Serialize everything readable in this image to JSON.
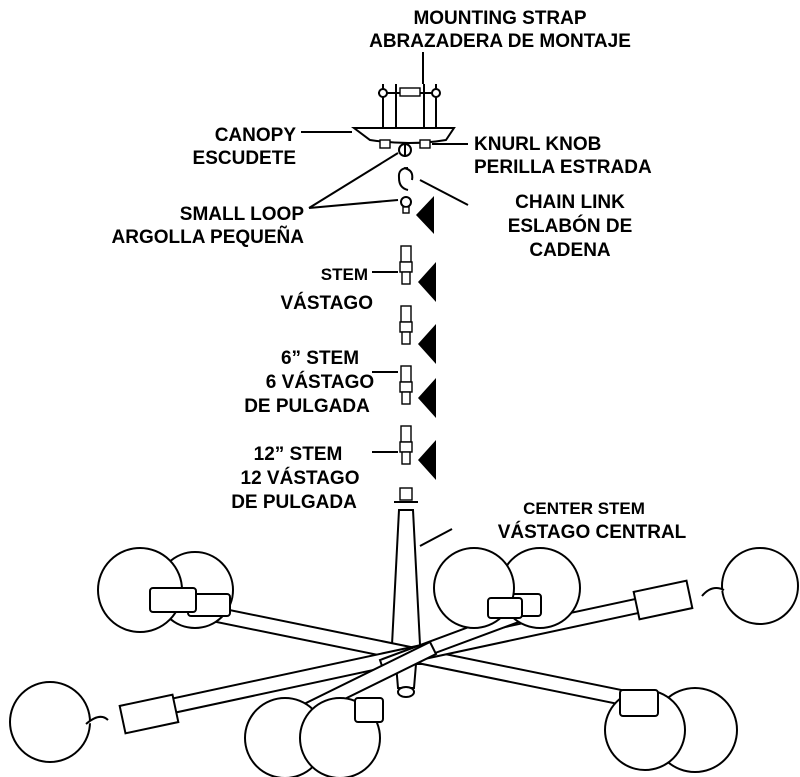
{
  "labels": {
    "mounting_strap": {
      "en": "MOUNTING STRAP",
      "es": "ABRAZADERA DE MONTAJE"
    },
    "canopy": {
      "en": "CANOPY",
      "es": "ESCUDETE"
    },
    "knurl_knob": {
      "en": "KNURL KNOB",
      "es": "PERILLA ESTRADA"
    },
    "small_loop": {
      "en": "SMALL LOOP",
      "es": "ARGOLLA PEQUEÑA"
    },
    "chain_link": {
      "en": "CHAIN LINK",
      "es1": "ESLABÓN DE",
      "es2": "CADENA"
    },
    "stem": {
      "en": "STEM",
      "es": "VÁSTAGO"
    },
    "stem_6": {
      "en": "6” STEM",
      "es1": "6 VÁSTAGO",
      "es2": "DE PULGADA"
    },
    "stem_12": {
      "en": "12” STEM",
      "es1": "12 VÁSTAGO",
      "es2": "DE PULGADA"
    },
    "center_stem": {
      "en": "CENTER STEM",
      "es": "VÁSTAGO CENTRAL"
    }
  },
  "colors": {
    "ink": "#000000",
    "paper": "#ffffff"
  },
  "icons": [
    "arrow-pointer-icon",
    "bulb-icon"
  ]
}
